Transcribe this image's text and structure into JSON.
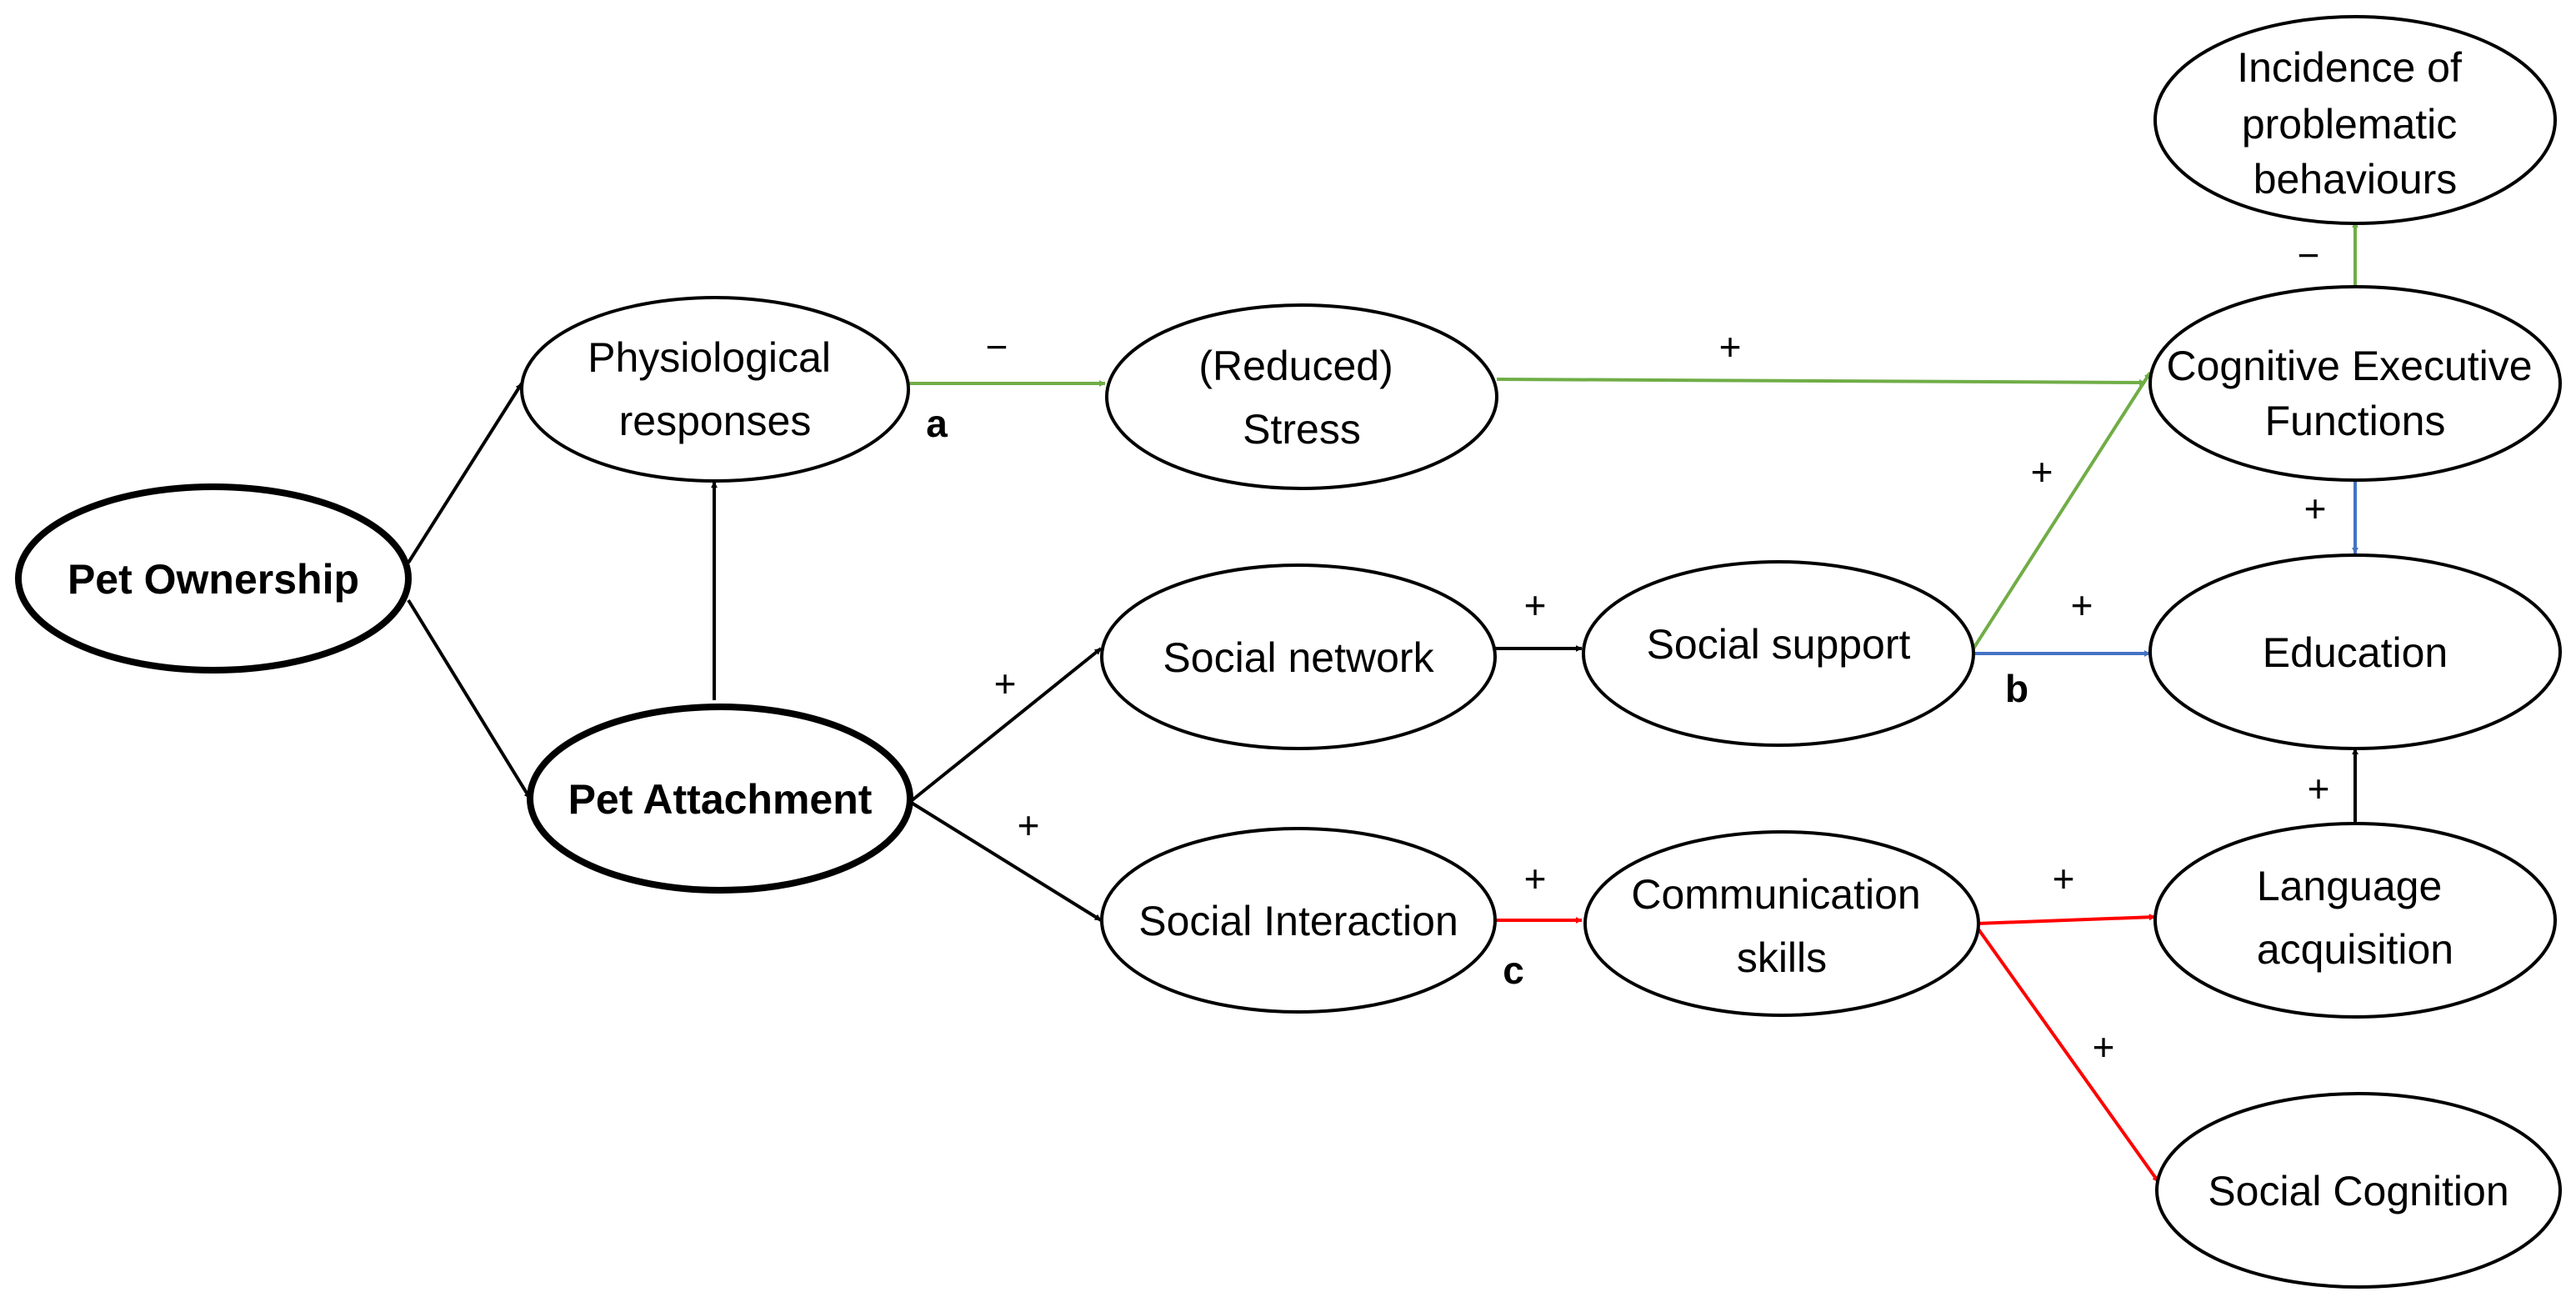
{
  "colors": {
    "black": "#000000",
    "green": "#70ad47",
    "blue": "#4472c4",
    "red": "#ff0000"
  },
  "nodes": {
    "pet_ownership": [
      "Pet Ownership"
    ],
    "pet_attachment": [
      "Pet Attachment"
    ],
    "physiological": [
      "Physiological",
      "responses"
    ],
    "stress": [
      "(Reduced)",
      "Stress"
    ],
    "social_network": [
      "Social network"
    ],
    "social_support": [
      "Social support"
    ],
    "social_interaction": [
      "Social Interaction"
    ],
    "communication": [
      "Communication",
      "skills"
    ],
    "incidence": [
      "Incidence of",
      "problematic",
      "behaviours"
    ],
    "cognitive": [
      "Cognitive Executive",
      "Functions"
    ],
    "education": [
      "Education"
    ],
    "language": [
      "Language",
      "acquisition"
    ],
    "social_cognition": [
      "Social Cognition"
    ]
  },
  "edges": [
    {
      "from": "pet_ownership",
      "to": "physiological",
      "color": "black",
      "sign": ""
    },
    {
      "from": "pet_ownership",
      "to": "pet_attachment",
      "color": "black",
      "sign": ""
    },
    {
      "from": "pet_attachment",
      "to": "physiological",
      "color": "black",
      "sign": ""
    },
    {
      "from": "physiological",
      "to": "stress",
      "color": "green",
      "sign": "−"
    },
    {
      "from": "stress",
      "to": "cognitive",
      "color": "green",
      "sign": "+"
    },
    {
      "from": "pet_attachment",
      "to": "social_network",
      "color": "black",
      "sign": "+"
    },
    {
      "from": "pet_attachment",
      "to": "social_interaction",
      "color": "black",
      "sign": "+"
    },
    {
      "from": "social_network",
      "to": "social_support",
      "color": "black",
      "sign": "+"
    },
    {
      "from": "social_support",
      "to": "cognitive",
      "color": "green",
      "sign": "+"
    },
    {
      "from": "social_support",
      "to": "education",
      "color": "blue",
      "sign": "+"
    },
    {
      "from": "cognitive",
      "to": "incidence",
      "color": "green",
      "sign": "−"
    },
    {
      "from": "cognitive",
      "to": "education",
      "color": "blue",
      "sign": "+"
    },
    {
      "from": "social_interaction",
      "to": "communication",
      "color": "red",
      "sign": "+"
    },
    {
      "from": "communication",
      "to": "language",
      "color": "red",
      "sign": "+"
    },
    {
      "from": "communication",
      "to": "social_cognition",
      "color": "red",
      "sign": "+"
    },
    {
      "from": "language",
      "to": "education",
      "color": "black",
      "sign": "+"
    }
  ],
  "pathway_markers": {
    "a": "a",
    "b": "b",
    "c": "c"
  }
}
